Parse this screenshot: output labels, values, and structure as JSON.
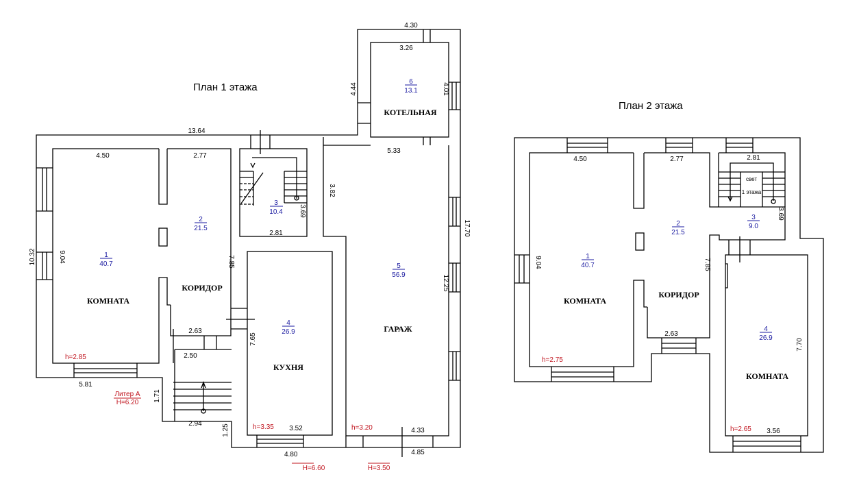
{
  "plan1": {
    "title": "План 1 этажа",
    "rooms": [
      {
        "num": "1",
        "area": "40.7",
        "name": "КОМНАТА",
        "height": "h=2.85"
      },
      {
        "num": "2",
        "area": "21.5",
        "name": "КОРИДОР"
      },
      {
        "num": "3",
        "area": "10.4"
      },
      {
        "num": "4",
        "area": "26.9",
        "name": "КУХНЯ",
        "height": "h=3.35"
      },
      {
        "num": "5",
        "area": "56.9",
        "name": "ГАРАЖ",
        "height": "h=3.20"
      },
      {
        "num": "6",
        "area": "13.1",
        "name": "КОТЕЛЬНАЯ"
      }
    ],
    "dims": {
      "d1364": "13.64",
      "d450": "4.50",
      "d277": "2.77",
      "d1032": "10.32",
      "d904": "9.04",
      "d785": "7.85",
      "d369": "3.69",
      "d281": "2.81",
      "d382": "3.82",
      "d430": "4.30",
      "d326": "3.26",
      "d444": "4.44",
      "d401": "4.01",
      "d533": "5.33",
      "d1770": "17.70",
      "d1225": "12.25",
      "d263": "2.63",
      "d250": "2.50",
      "d581": "5.81",
      "d171": "1.71",
      "d294": "2.94",
      "d125": "1.25",
      "d765": "7.65",
      "d352": "3.52",
      "d480": "4.80",
      "d433": "4.33",
      "d485": "4.85"
    },
    "liter": "Литер А",
    "liter_h": "H=6.20",
    "h_kitchen": "H=6.60",
    "h_garage": "H=3.50"
  },
  "plan2": {
    "title": "План 2 этажа",
    "rooms": [
      {
        "num": "1",
        "area": "40.7",
        "name": "КОМНАТА",
        "height": "h=2.75"
      },
      {
        "num": "2",
        "area": "21.5",
        "name": "КОРИДОР"
      },
      {
        "num": "3",
        "area": "9.0",
        "note1": "свет",
        "note2": "1 этажа"
      },
      {
        "num": "4",
        "area": "26.9",
        "name": "КОМНАТА",
        "height": "h=2.65"
      }
    ],
    "dims": {
      "d450": "4.50",
      "d277": "2.77",
      "d281": "2.81",
      "d904": "9.04",
      "d785": "7.85",
      "d369": "3.69",
      "d263": "2.63",
      "d770": "7.70",
      "d356": "3.56"
    }
  }
}
